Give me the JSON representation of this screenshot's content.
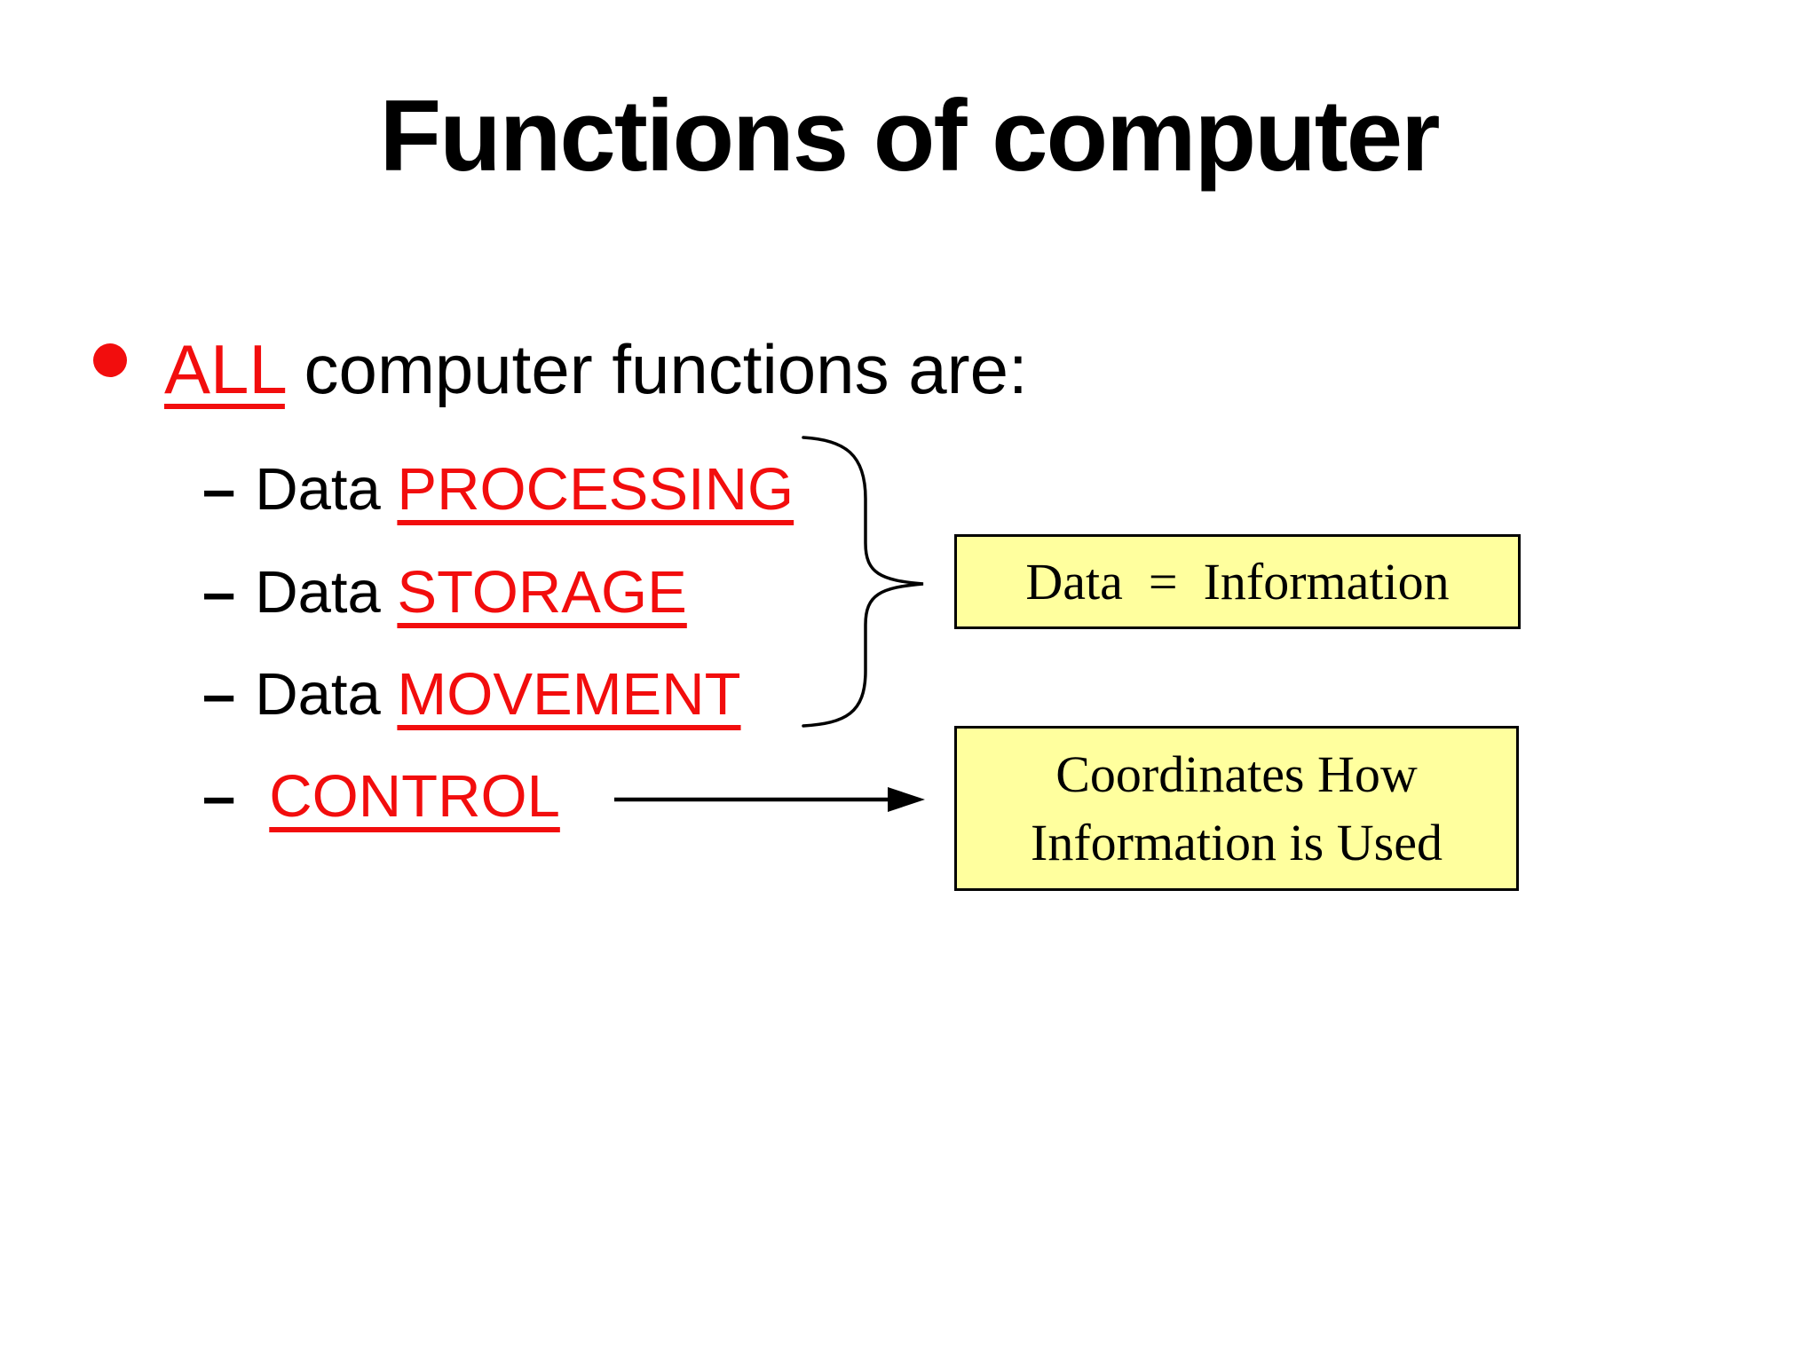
{
  "slide": {
    "title": "Functions of computer",
    "main_bullet": {
      "emphasis": "ALL",
      "text": " computer functions are:"
    },
    "dash_glyph": "–",
    "sub_bullets": [
      {
        "prefix": "Data ",
        "term": "PROCESSING"
      },
      {
        "prefix": "Data ",
        "term": "STORAGE"
      },
      {
        "prefix": "Data ",
        "term": "MOVEMENT"
      },
      {
        "prefix": "",
        "term": "CONTROL"
      }
    ],
    "info_box": {
      "text": "Data  =  Information"
    },
    "control_box": {
      "line1": "Coordinates How",
      "line2": "Information is Used"
    },
    "colors": {
      "accent_red": "#F20D0D",
      "box_fill": "#FFFF9E",
      "box_border": "#000000",
      "text_black": "#000000",
      "background": "#FFFFFF"
    }
  }
}
